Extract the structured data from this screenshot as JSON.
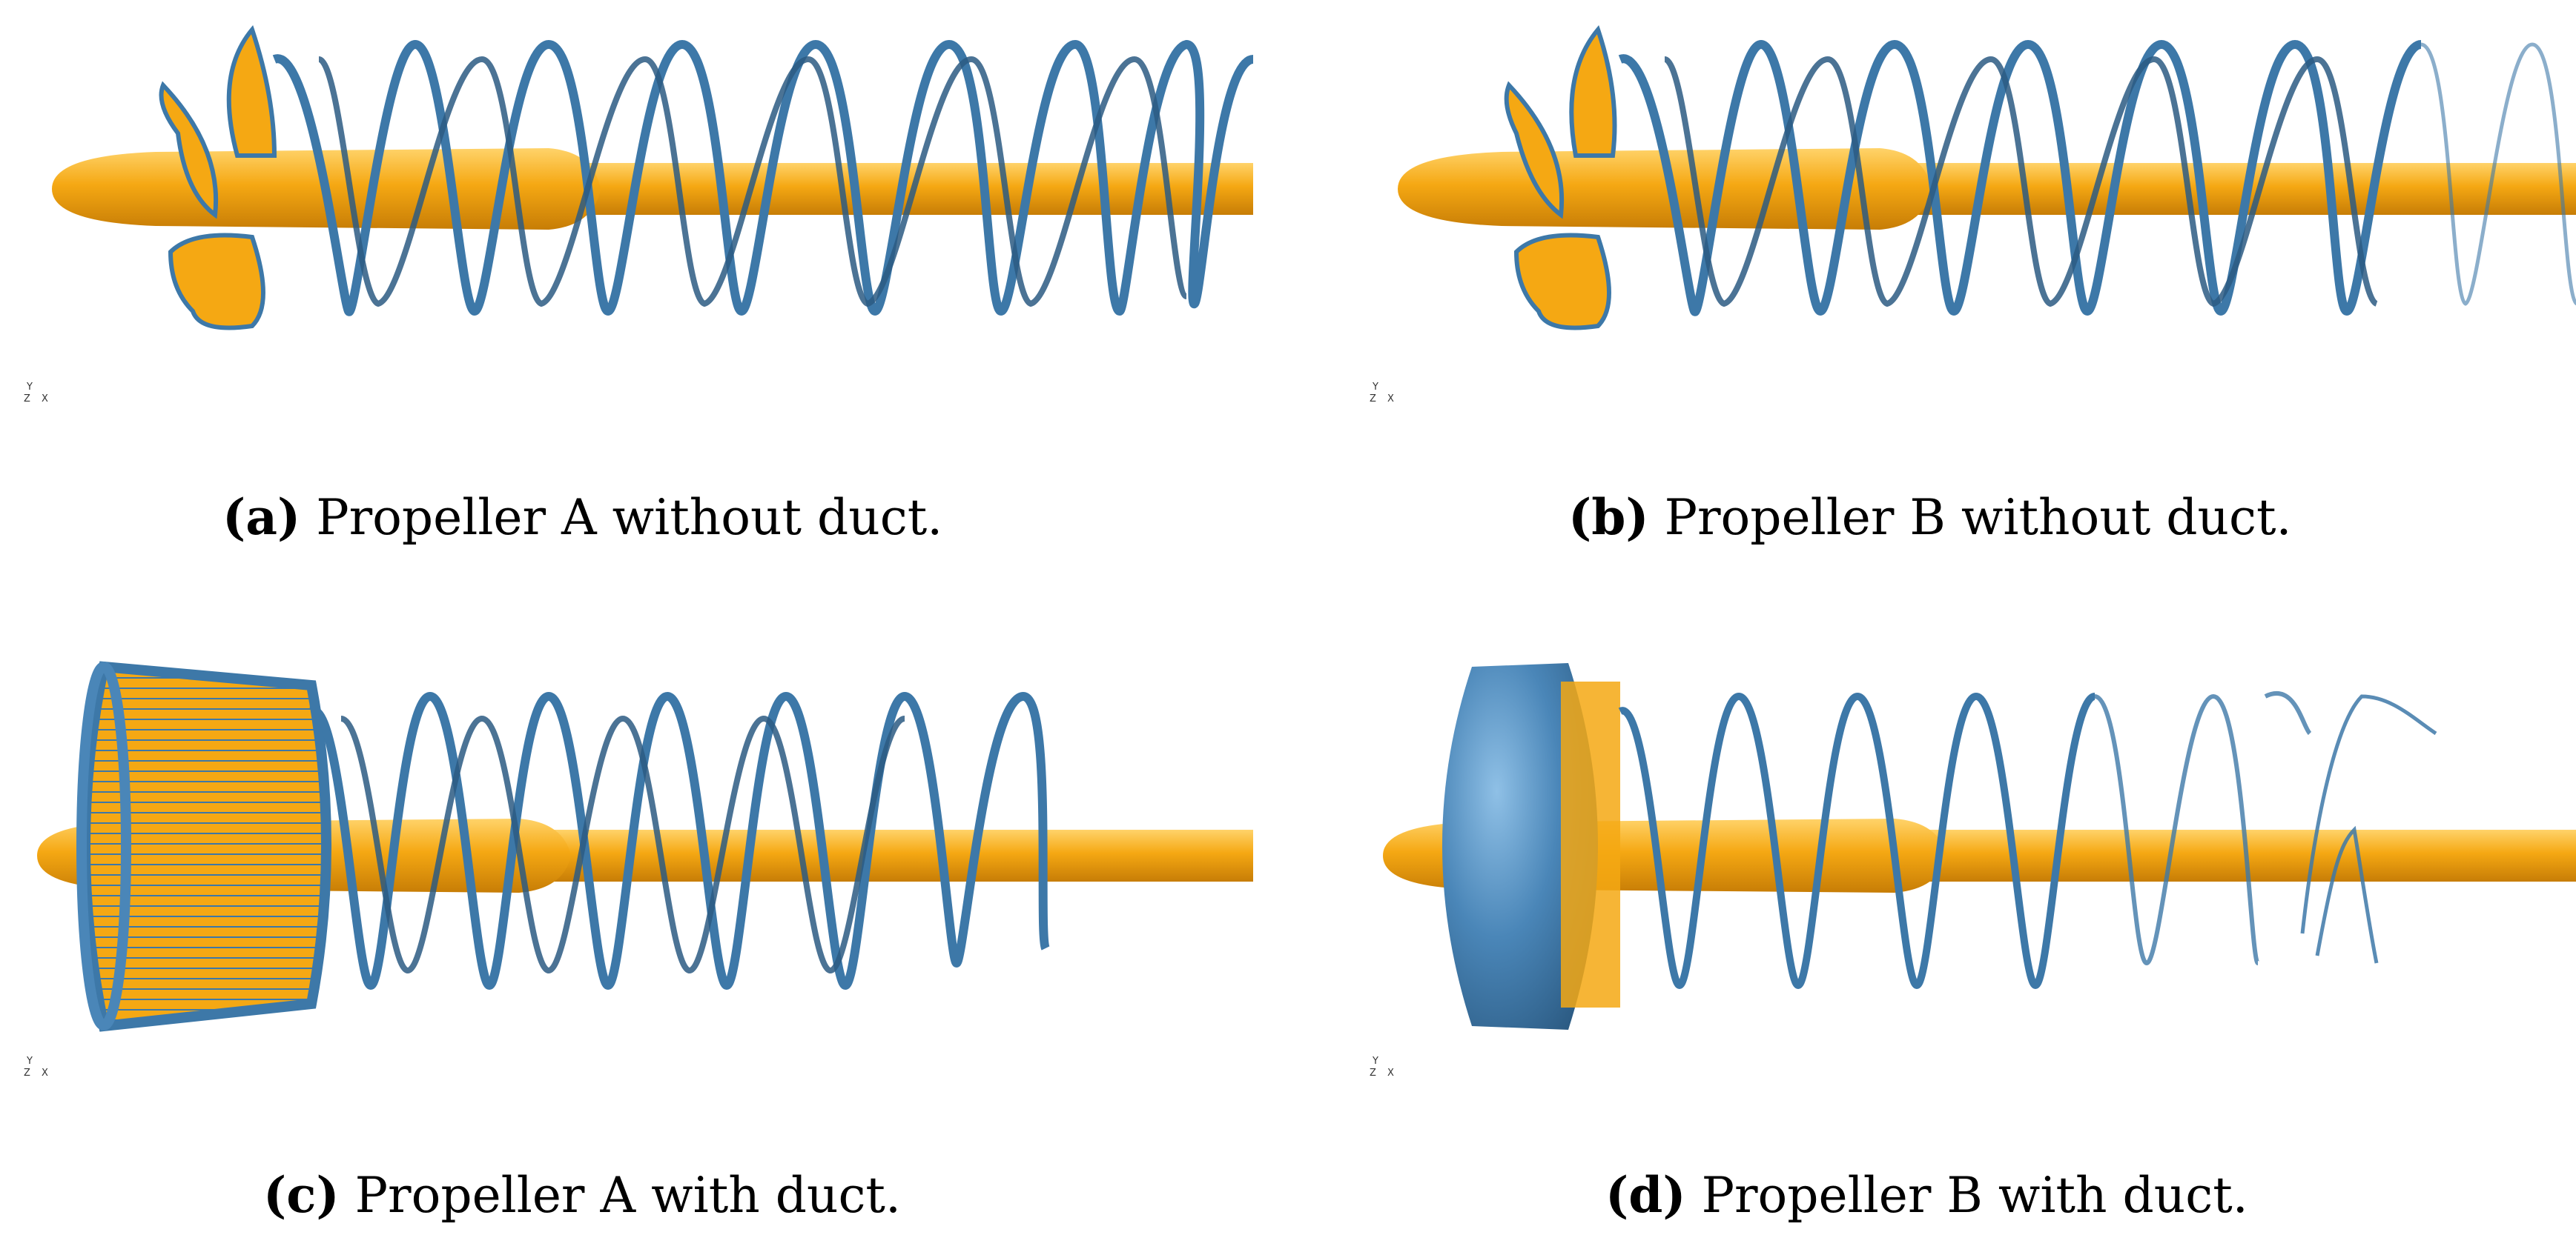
{
  "figure": {
    "panels": [
      {
        "id": "a",
        "label": "(a)",
        "caption": "Propeller A without duct.",
        "propeller": "A",
        "duct": false
      },
      {
        "id": "b",
        "label": "(b)",
        "caption": "Propeller B without duct.",
        "propeller": "B",
        "duct": false
      },
      {
        "id": "c",
        "label": "(c)",
        "caption": "Propeller A with duct.",
        "propeller": "A",
        "duct": true
      },
      {
        "id": "d",
        "label": "(d)",
        "caption": "Propeller B with duct.",
        "propeller": "B",
        "duct": true
      }
    ],
    "axis_triad": {
      "y": "Y",
      "z": "Z",
      "x": "X"
    },
    "colors": {
      "hub": "#f5a813",
      "hub_highlight": "#ffd36a",
      "vortex": "#3d78a8",
      "vortex_dark": "#2b5a82",
      "duct_blue": "#4a86b8"
    }
  }
}
